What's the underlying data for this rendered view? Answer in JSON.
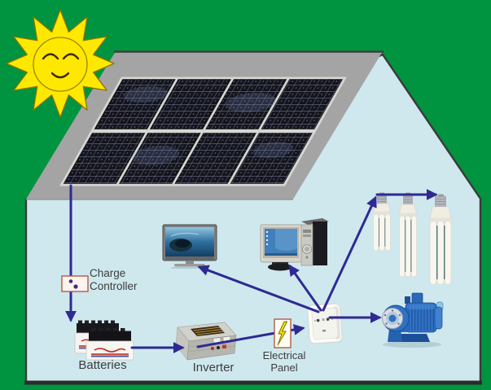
{
  "diagram": {
    "type": "solar-power-system-schematic",
    "labels": {
      "charge_controller": "Charge Controller",
      "batteries": "Batteries",
      "inverter": "Inverter",
      "electrical_panel": "Electrical Panel"
    },
    "colors": {
      "background": "#009340",
      "house_fill": "#cfe8ee",
      "house_outline": "#3a3a3a",
      "roof_fill": "#a4a4a4",
      "panel_dark": "#14141c",
      "wire": "#2e2a92",
      "sun": "#ffe800",
      "sun_outline": "#8a7400",
      "lightning_bolt": "#f2e400",
      "controller_border": "#b35a48",
      "pump_blue": "#2f72c4",
      "label_text": "#3d3d3d"
    },
    "components": [
      "sun",
      "house",
      "roof",
      "solar-panel-array",
      "charge-controller",
      "batteries",
      "inverter",
      "electrical-panel",
      "power-outlet",
      "tv-monitor",
      "desktop-computer",
      "cfl-bulbs",
      "water-pump"
    ]
  }
}
